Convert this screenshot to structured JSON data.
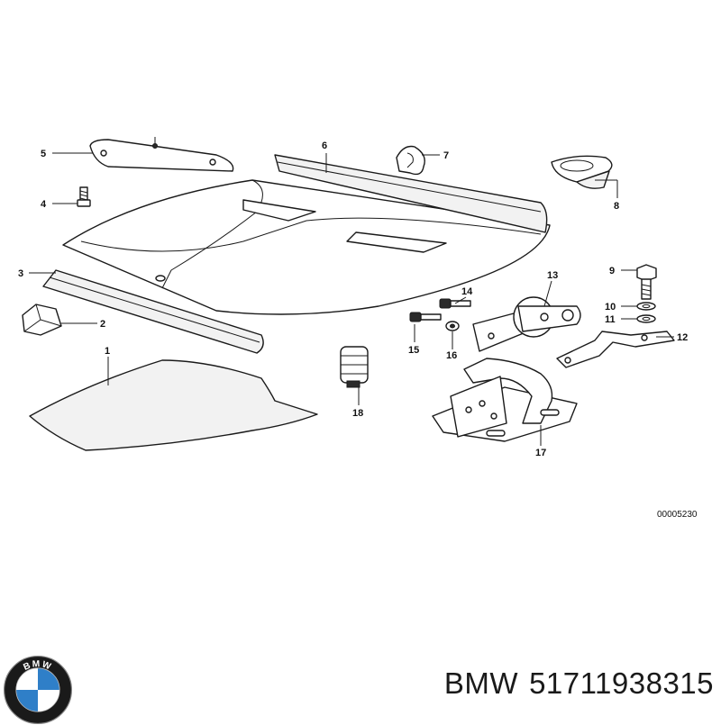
{
  "diagram": {
    "ref_number": "00005230",
    "callouts": [
      "1",
      "2",
      "3",
      "4",
      "5",
      "6",
      "7",
      "8",
      "9",
      "10",
      "11",
      "12",
      "13",
      "14",
      "15",
      "16",
      "17",
      "18"
    ]
  },
  "footer": {
    "brand": "BMW",
    "part_number": "51711938315"
  },
  "logo": {
    "letters": "BMW",
    "colors": {
      "ring": "#1a1a1a",
      "blue": "#2f7fc8",
      "white": "#ffffff"
    }
  }
}
